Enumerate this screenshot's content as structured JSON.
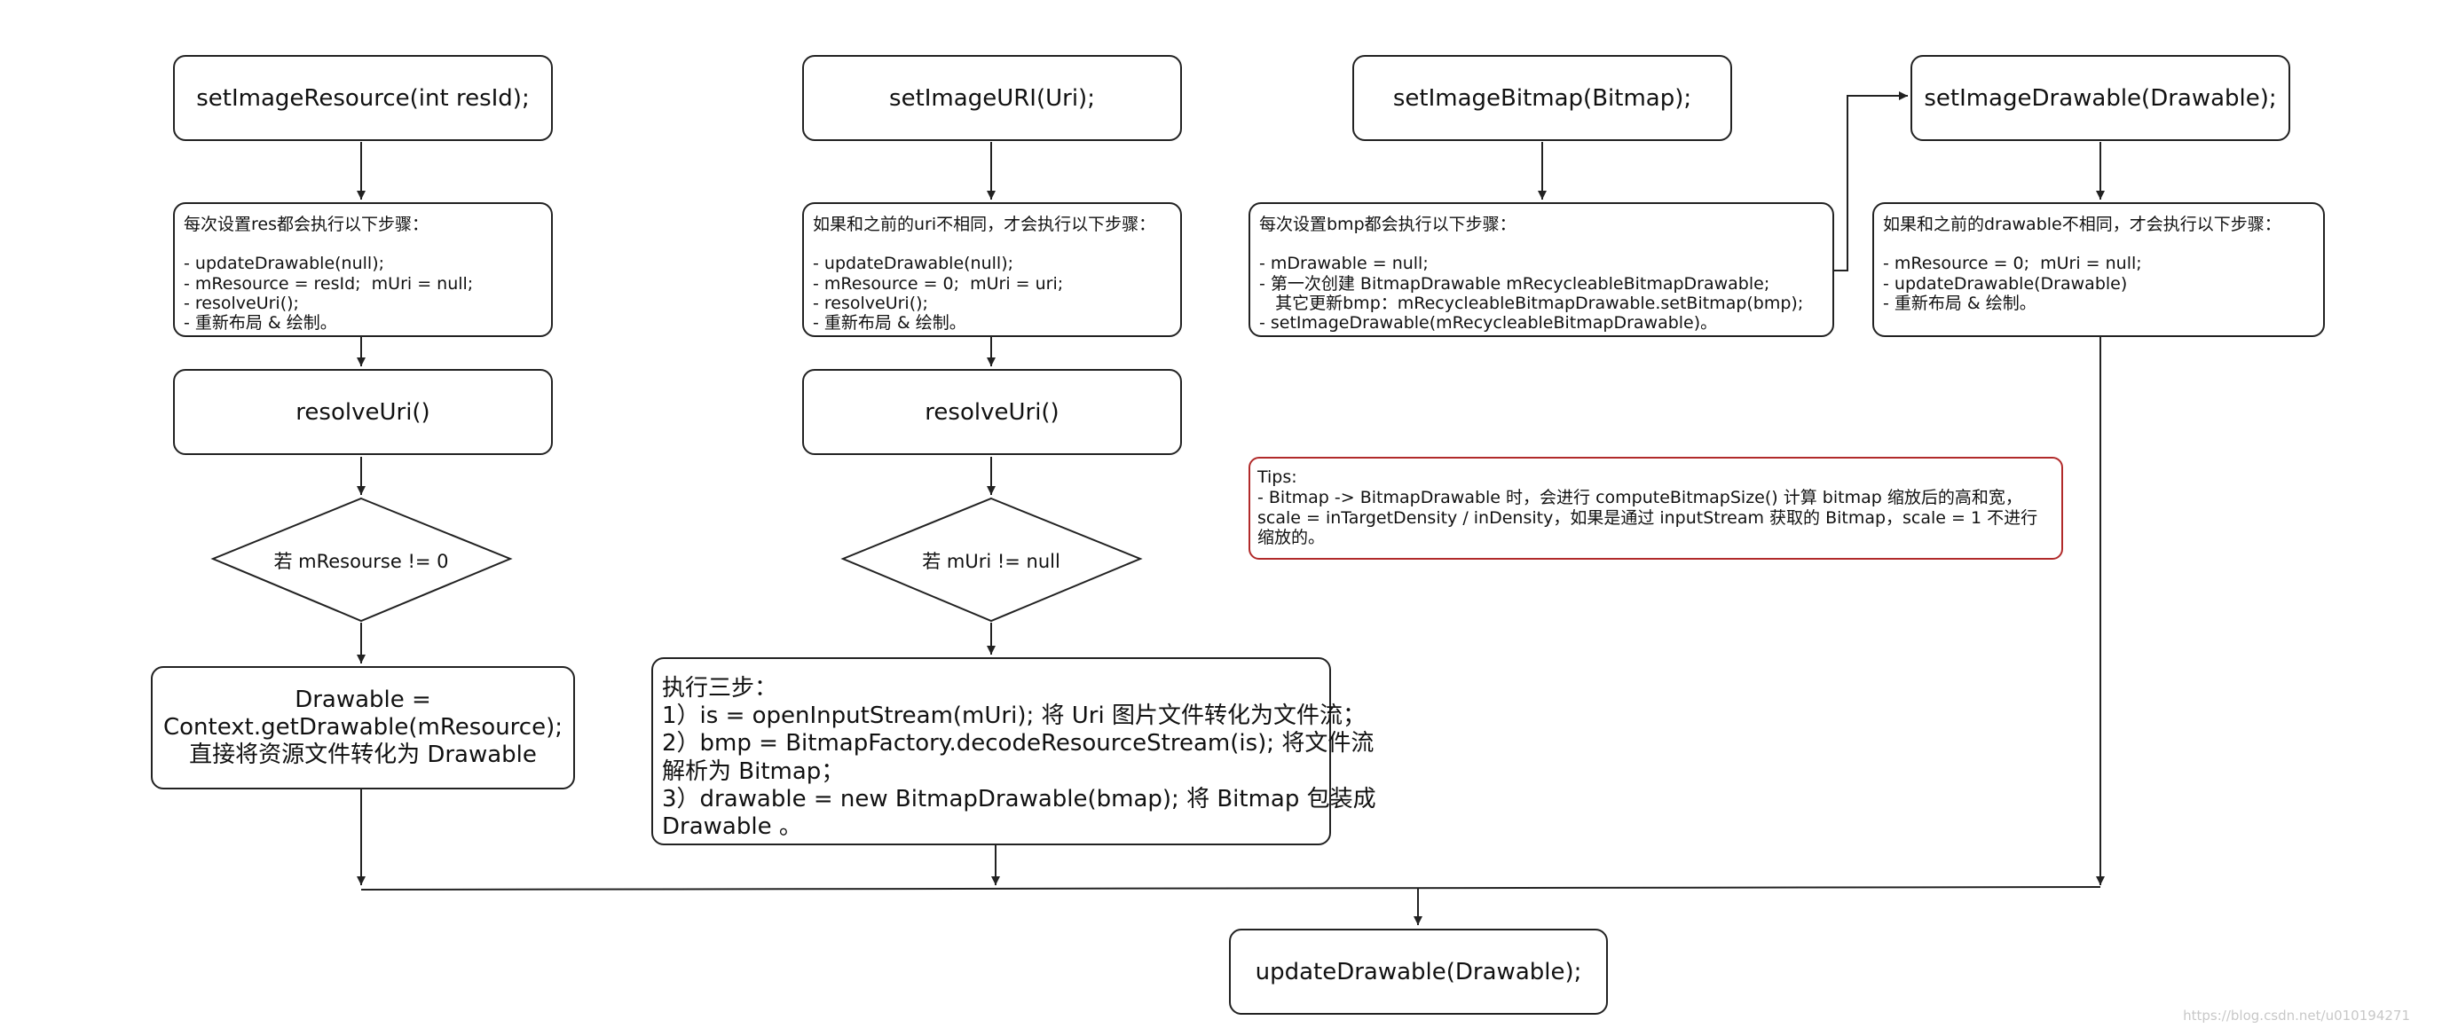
{
  "boxes": {
    "set_image_resource": "setImageResource(int resId);",
    "set_image_uri": "setImageURI(Uri);",
    "set_image_bitmap": "setImageBitmap(Bitmap);",
    "set_image_drawable": "setImageDrawable(Drawable);",
    "res_steps": "每次设置res都会执行以下步骤：\n\n- updateDrawable(null);\n- mResource = resId;  mUri = null;\n- resolveUri();\n- 重新布局 & 绘制。",
    "uri_steps": "如果和之前的uri不相同，才会执行以下步骤：\n\n- updateDrawable(null);\n- mResource = 0;  mUri = uri;\n- resolveUri();\n- 重新布局 & 绘制。",
    "bmp_steps": "每次设置bmp都会执行以下步骤：\n\n- mDrawable = null;\n- 第一次创建 BitmapDrawable mRecycleableBitmapDrawable;\n   其它更新bmp：mRecycleableBitmapDrawable.setBitmap(bmp);\n- setImageDrawable(mRecycleableBitmapDrawable)。",
    "drawable_steps": "如果和之前的drawable不相同，才会执行以下步骤：\n\n- mResource = 0;  mUri = null;\n- updateDrawable(Drawable)\n- 重新布局 & 绘制。",
    "resolve_uri_left": "resolveUri()",
    "resolve_uri_mid": "resolveUri()",
    "res_result": "Drawable =\nContext.getDrawable(mResource);\n直接将资源文件转化为 Drawable",
    "uri_result": "执行三步：\n1）is = openInputStream(mUri); 将 Uri 图片文件转化为文件流；\n2）bmp = BitmapFactory.decodeResourceStream(is); 将文件流\n解析为 Bitmap；\n3）drawable = new BitmapDrawable(bmap); 将 Bitmap 包装成\nDrawable 。",
    "update_drawable": "updateDrawable(Drawable);",
    "tips": "Tips:\n- Bitmap -> BitmapDrawable 时，会进行 computeBitmapSize() 计算 bitmap 缩放后的高和宽，\nscale = inTargetDensity / inDensity，如果是通过 inputStream 获取的 Bitmap，scale = 1 不进行缩放的。"
  },
  "decisions": {
    "res_check": "若 mResourse != 0",
    "uri_check": "若 mUri != null"
  },
  "watermark": "https://blog.csdn.net/u010194271",
  "colors": {
    "line": "#222222",
    "tips_border": "#b12a2a"
  }
}
